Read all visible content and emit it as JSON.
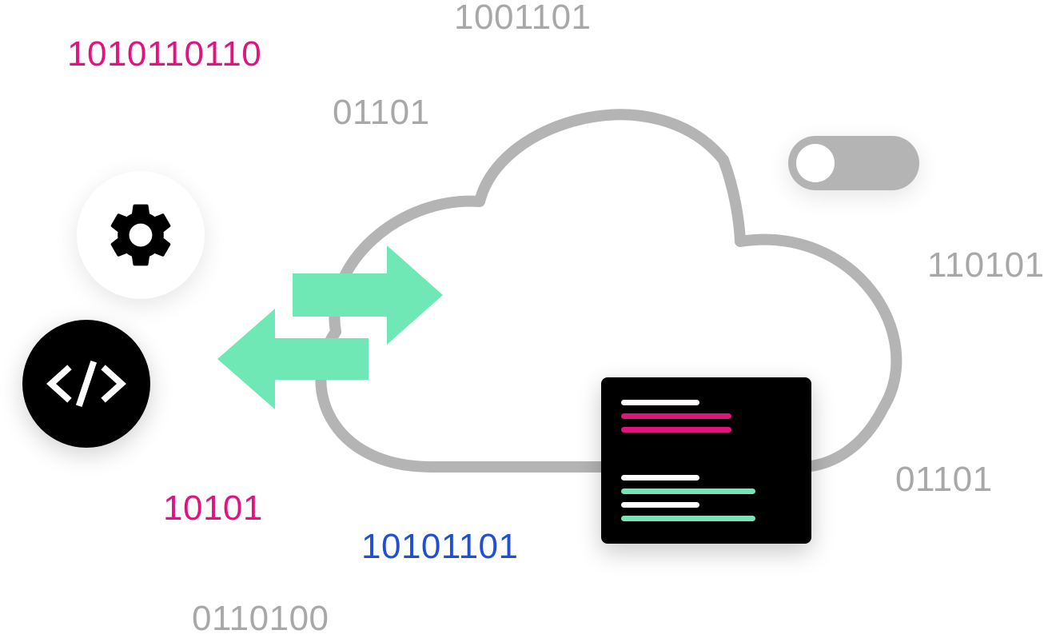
{
  "binary_labels": {
    "top_center": "1001101",
    "top_left": "1010110110",
    "upper_mid": "01101",
    "right_upper": "110101",
    "right_lower": "01101",
    "bottom_left": "10101",
    "bottom_center": "10101101",
    "bottom": "0110100"
  },
  "icons": {
    "settings": "gear-icon",
    "code": "code-brackets-icon",
    "cloud": "cloud-icon",
    "sync": "bidirectional-arrows-icon",
    "toggle": "toggle-switch",
    "terminal": "terminal-window"
  },
  "colors": {
    "gray_text": "#a8a8a8",
    "pink": "#e0137f",
    "blue": "#1f4fd6",
    "green": "#6fe8b6",
    "cloud_stroke": "#b4b4b4",
    "black": "#000000"
  },
  "toggle": {
    "state": "off"
  }
}
